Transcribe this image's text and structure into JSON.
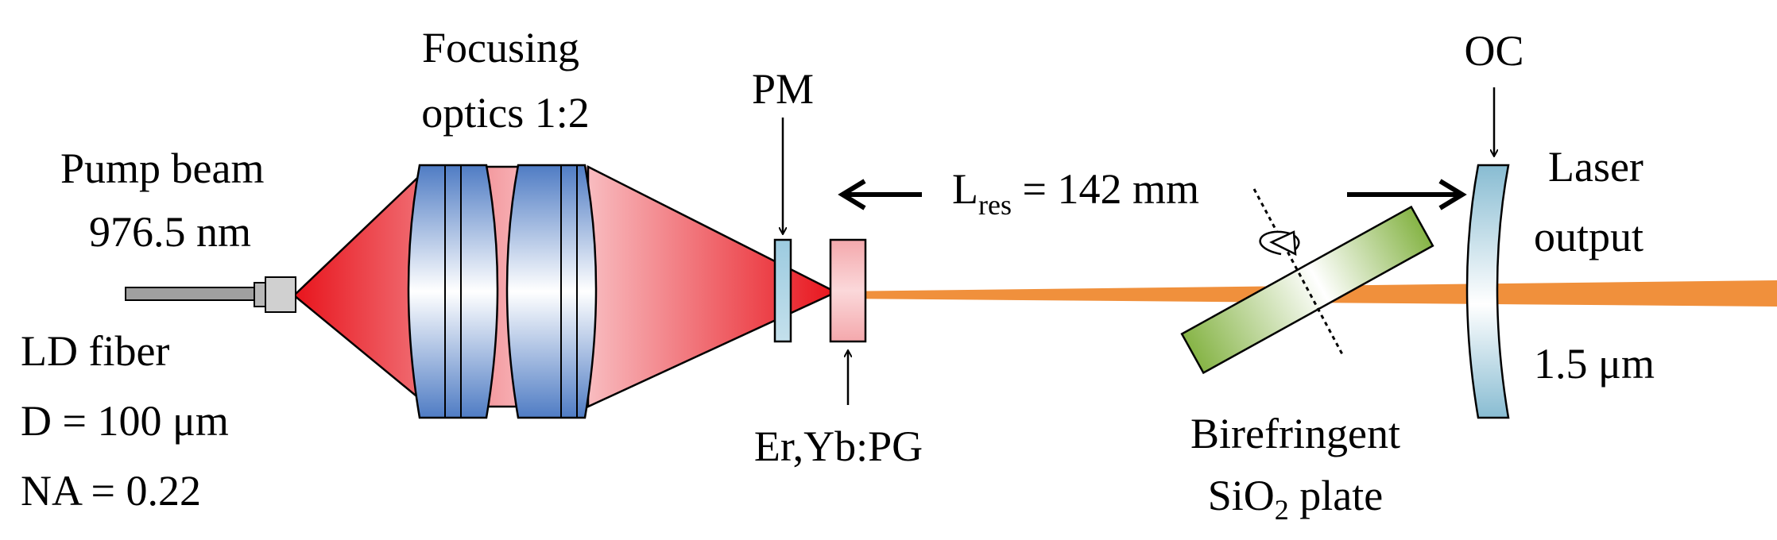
{
  "labels": {
    "focusing_line1": "Focusing",
    "focusing_line2": "optics 1:2",
    "pump_line1": "Pump beam",
    "pump_line2": "976.5 nm",
    "ld_fiber": "LD fiber",
    "d_value": "D = 100 μm",
    "na_value": "NA = 0.22",
    "pm": "PM",
    "crystal": "Er,Yb:PG",
    "lres_main": "L",
    "lres_sub": "res",
    "lres_value": " = 142 mm",
    "oc": "OC",
    "laser_line1": "Laser",
    "laser_line2": "output",
    "wavelength_out": "1.5 μm",
    "bire_line1": "Birefringent",
    "bire_line2_a": "SiO",
    "bire_line2_sub": "2",
    "bire_line2_b": " plate"
  },
  "colors": {
    "pump_red": "#e8141c",
    "laser_orange": "#f0903c",
    "lens_blue": "#5b84c8",
    "pm_blue": "#a8cfe0",
    "crystal_pink": "#f09aa0",
    "plate_green": "#8cb84c",
    "oc_blue": "#8cc0d4",
    "fiber_gray": "#a0a0a0"
  }
}
